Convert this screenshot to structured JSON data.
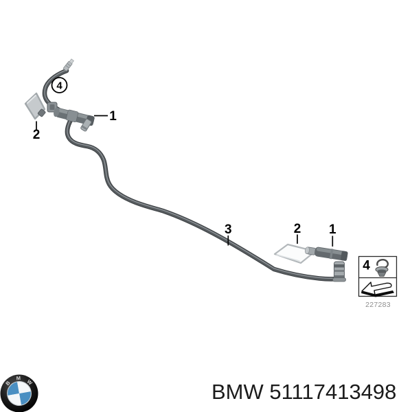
{
  "figure": {
    "callout_nozzle": "1",
    "callout_cover": "2",
    "callout_hose": "3",
    "callout_clip": "4",
    "legend": {
      "clip_number": "4",
      "image_number": "227283"
    }
  },
  "footer": {
    "logo_letters": {
      "b": "B",
      "m": "M",
      "w": "W"
    },
    "part_text": "BMW 51117413498"
  },
  "colors": {
    "logo_blue": "#4a8fc2",
    "hose_gray": "#565b5e",
    "cover_gray": "#c6cacd",
    "legend_number_gray": "#8e8e8e",
    "text_black": "#1b1b1b"
  }
}
